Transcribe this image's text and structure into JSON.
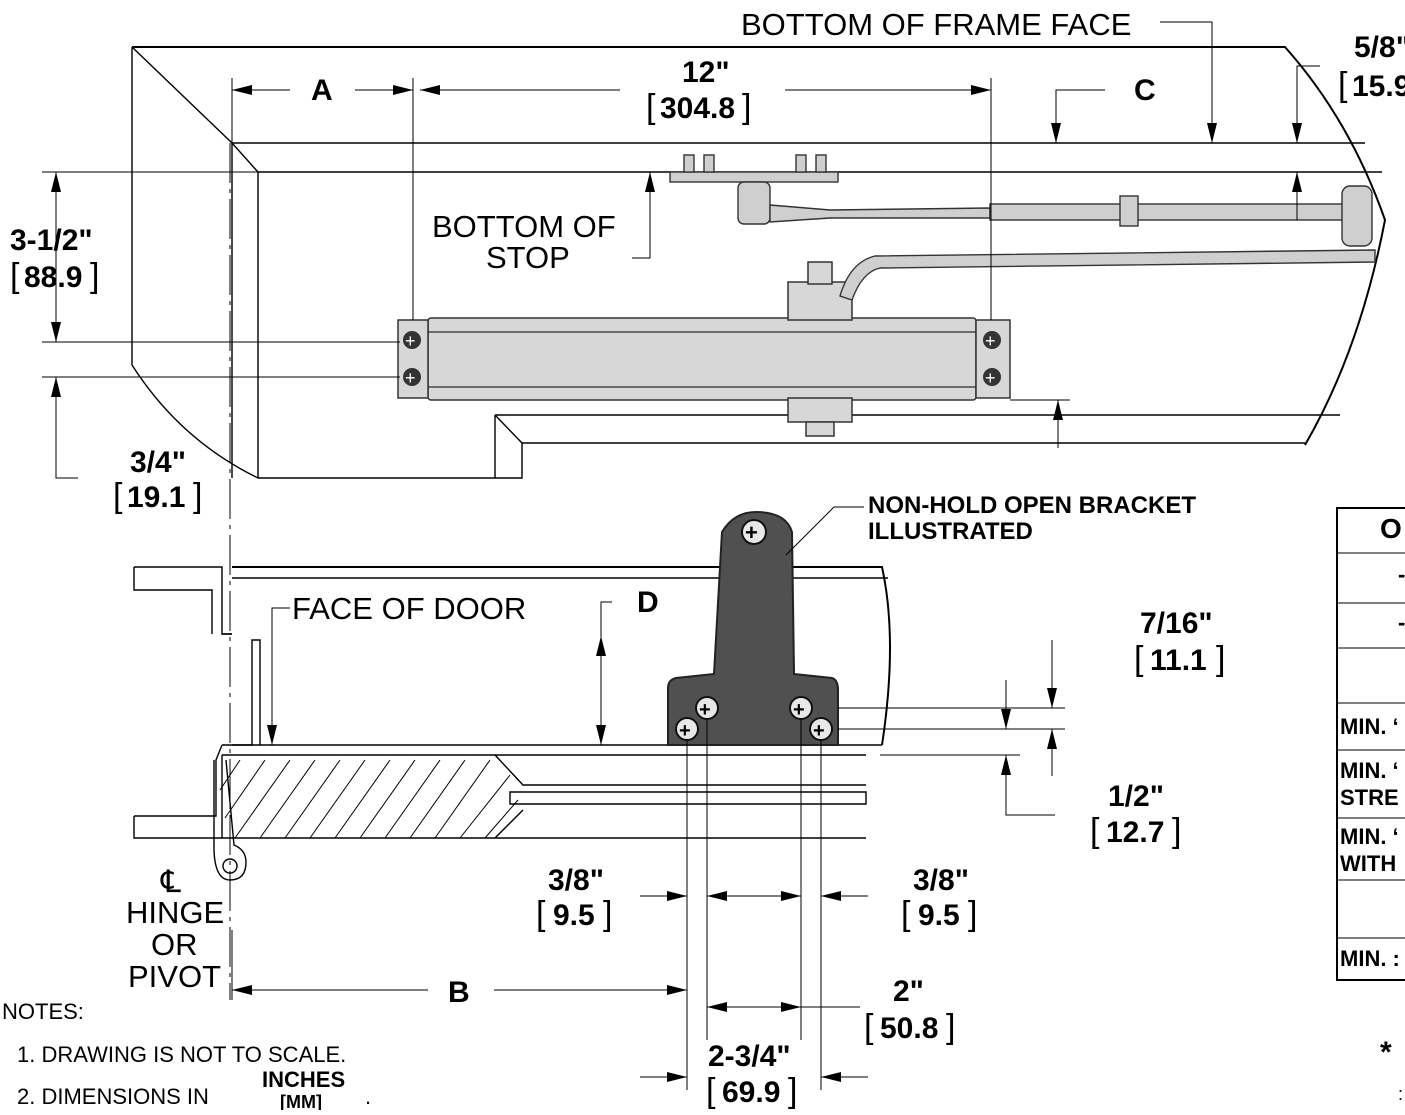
{
  "labels": {
    "bottom_frame_face": "BOTTOM OF FRAME FACE",
    "bottom_of_stop_1": "BOTTOM OF",
    "bottom_of_stop_2": "STOP",
    "non_hold_1": "NON-HOLD OPEN BRACKET",
    "non_hold_2": "ILLUSTRATED",
    "face_of_door": "FACE OF DOOR",
    "hinge_symbol": "℄",
    "hinge_1": "HINGE",
    "hinge_2": "OR",
    "hinge_3": "PIVOT",
    "letter_a": "A",
    "letter_b": "B",
    "letter_c": "C",
    "letter_d": "D"
  },
  "dimensions": {
    "d12_in": "12\"",
    "d12_mm": "304.8",
    "d58_in": "5/8\"",
    "d58_mm": "15.9",
    "d312_in": "3-1/2\"",
    "d312_mm": "88.9",
    "d34_in": "3/4\"",
    "d34_mm": "19.1",
    "d716_in": "7/16\"",
    "d716_mm": "11.1",
    "d12b_in": "1/2\"",
    "d12b_mm": "12.7",
    "d38l_in": "3/8\"",
    "d38l_mm": "9.5",
    "d38r_in": "3/8\"",
    "d38r_mm": "9.5",
    "d2_in": "2\"",
    "d2_mm": "50.8",
    "d234_in": "2-3/4\"",
    "d234_mm": "69.9"
  },
  "notes": {
    "heading": "NOTES:",
    "n1": "1. DRAWING IS NOT TO SCALE.",
    "n2": "2. DIMENSIONS IN",
    "n2_unit_top": "INCHES",
    "n2_unit_bottom": "[MM]",
    "n2_end": "."
  },
  "table_fragment": {
    "header": "O",
    "rows": [
      "-",
      "-",
      "",
      "MIN. ‘",
      "MIN. ‘",
      "STRE",
      "MIN. ‘",
      "WITH",
      "",
      "MIN. :"
    ],
    "asterisk": "*",
    "asterisk_tail": ":"
  }
}
